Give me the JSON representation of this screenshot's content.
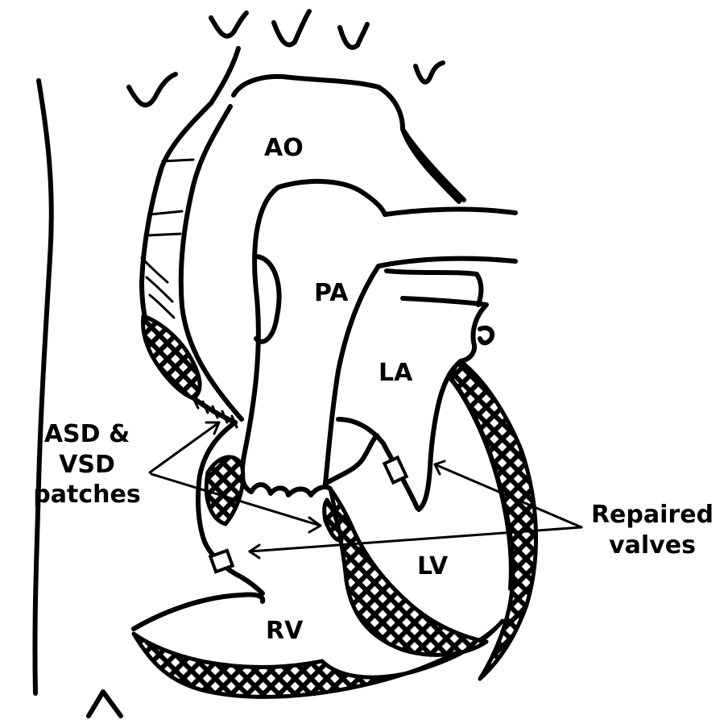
{
  "labels": {
    "ao": "AO",
    "pa": "PA",
    "la": "LA",
    "lv": "LV",
    "rv": "RV",
    "patches_line1": "ASD &",
    "patches_line2": "VSD",
    "patches_line3": "patches",
    "valves_line1": "Repaired",
    "valves_line2": "valves"
  },
  "colors": {
    "ink": "#000000",
    "background": "#ffffff"
  }
}
